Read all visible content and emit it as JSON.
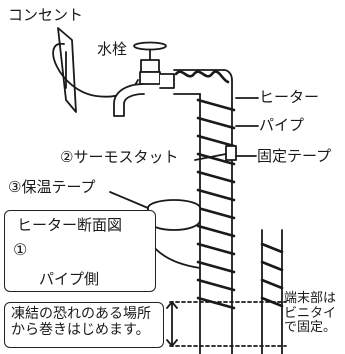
{
  "labels": {
    "outlet": "コンセント",
    "faucet": "水栓",
    "heater": "ヒーター",
    "pipe": "パイプ",
    "thermostat": "②サーモスタット",
    "fixing_tape": "固定テープ",
    "insulation_tape": "③保温テープ",
    "end_tie": [
      "端末部は",
      "ビニタイ",
      "で固定。"
    ]
  },
  "cross_section": {
    "title": "ヒーター断面図",
    "number": "①",
    "pipe_side": "パイプ側"
  },
  "note": [
    "凍結の恐れのある場所",
    "から巻きはじめます。"
  ]
}
